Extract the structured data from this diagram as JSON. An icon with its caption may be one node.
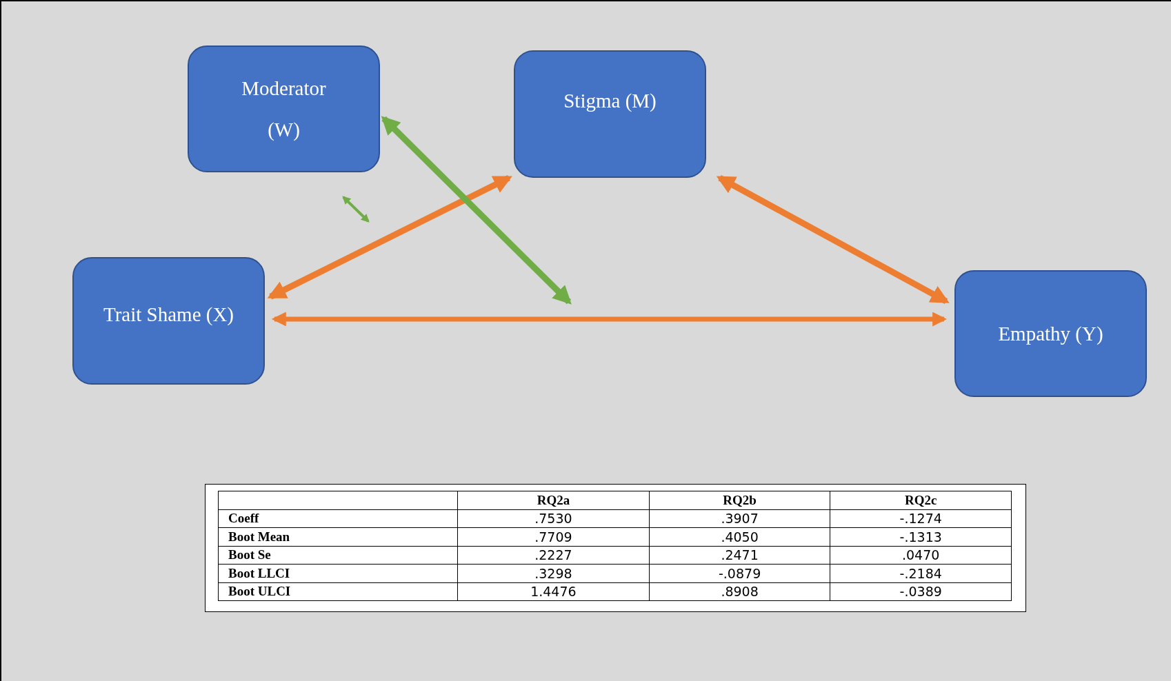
{
  "diagram": {
    "nodes": [
      {
        "text": [
          "Moderator (W)"
        ]
      },
      {
        "text": [
          "Stigma (M)"
        ]
      },
      {
        "text": [
          "Trait Shame (X)"
        ]
      },
      {
        "text": [
          "Empathy (Y)"
        ]
      }
    ],
    "edges": [
      {
        "from": 2,
        "to": 1,
        "arrow": "both"
      },
      {
        "from": 1,
        "to": 3,
        "arrow": "both"
      },
      {
        "from": 2,
        "to": 3,
        "arrow": "both"
      },
      {
        "from": 0,
        "to": null,
        "arrow": "both",
        "color": "#70ad47"
      }
    ],
    "labels": [
      "RQ2a",
      "RQ2b",
      "RQ2c",
      "Coeff",
      ".7530",
      ".3907",
      "-.1274",
      "Boot Mean",
      ".7709",
      ".4050",
      "-.1313",
      "Boot Se",
      ".2227",
      ".2471",
      ".0470",
      "Boot LLCI",
      ".3298",
      "-.0879",
      "-.2184",
      "Boot ULCI",
      "1.4476",
      ".8908",
      "-.0389"
    ]
  }
}
